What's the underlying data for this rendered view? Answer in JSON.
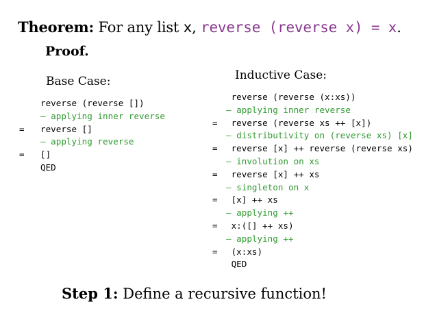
{
  "theorem": {
    "label": "Theorem:",
    "text_before": " For any list ",
    "var_x": "x",
    "comma": ", ",
    "statement": "reverse (reverse x) = x",
    "period": "."
  },
  "proof": {
    "label": "Proof."
  },
  "base_case": {
    "title": "Base Case:",
    "lines": [
      {
        "eq": "",
        "text": "reverse (reverse [])",
        "kind": "code"
      },
      {
        "eq": "",
        "text": "– applying inner reverse",
        "kind": "comment"
      },
      {
        "eq": "=",
        "text": "reverse []",
        "kind": "code"
      },
      {
        "eq": "",
        "text": "– applying reverse",
        "kind": "comment"
      },
      {
        "eq": "=",
        "text": "[]",
        "kind": "code"
      },
      {
        "eq": "",
        "text": "QED",
        "kind": "code"
      }
    ]
  },
  "inductive_case": {
    "title": "Inductive Case:",
    "lines": [
      {
        "eq": "",
        "text": " reverse (reverse (x:xs))",
        "kind": "code"
      },
      {
        "eq": "",
        "text": "– applying inner reverse",
        "kind": "comment"
      },
      {
        "eq": "=",
        "text": " reverse (reverse xs ++ [x])",
        "kind": "code"
      },
      {
        "eq": "",
        "text": "– distributivity on (reverse xs) [x]",
        "kind": "comment"
      },
      {
        "eq": "=",
        "text": " reverse [x] ++ reverse (reverse xs)",
        "kind": "code"
      },
      {
        "eq": "",
        "text": "– involution on xs",
        "kind": "comment"
      },
      {
        "eq": "=",
        "text": " reverse [x] ++ xs",
        "kind": "code"
      },
      {
        "eq": "",
        "text": "– singleton on x",
        "kind": "comment"
      },
      {
        "eq": "=",
        "text": " [x] ++ xs",
        "kind": "code"
      },
      {
        "eq": "",
        "text": "– applying ++",
        "kind": "comment"
      },
      {
        "eq": "=",
        "text": " x:([] ++ xs)",
        "kind": "code"
      },
      {
        "eq": "",
        "text": "– applying ++",
        "kind": "comment"
      },
      {
        "eq": "=",
        "text": " (x:xs)",
        "kind": "code"
      },
      {
        "eq": "",
        "text": " QED",
        "kind": "code"
      }
    ]
  },
  "step": {
    "label": "Step 1:",
    "text": " Define a recursive function!"
  },
  "colors": {
    "purple": "#8a3a8f",
    "green": "#2e9a2e"
  }
}
